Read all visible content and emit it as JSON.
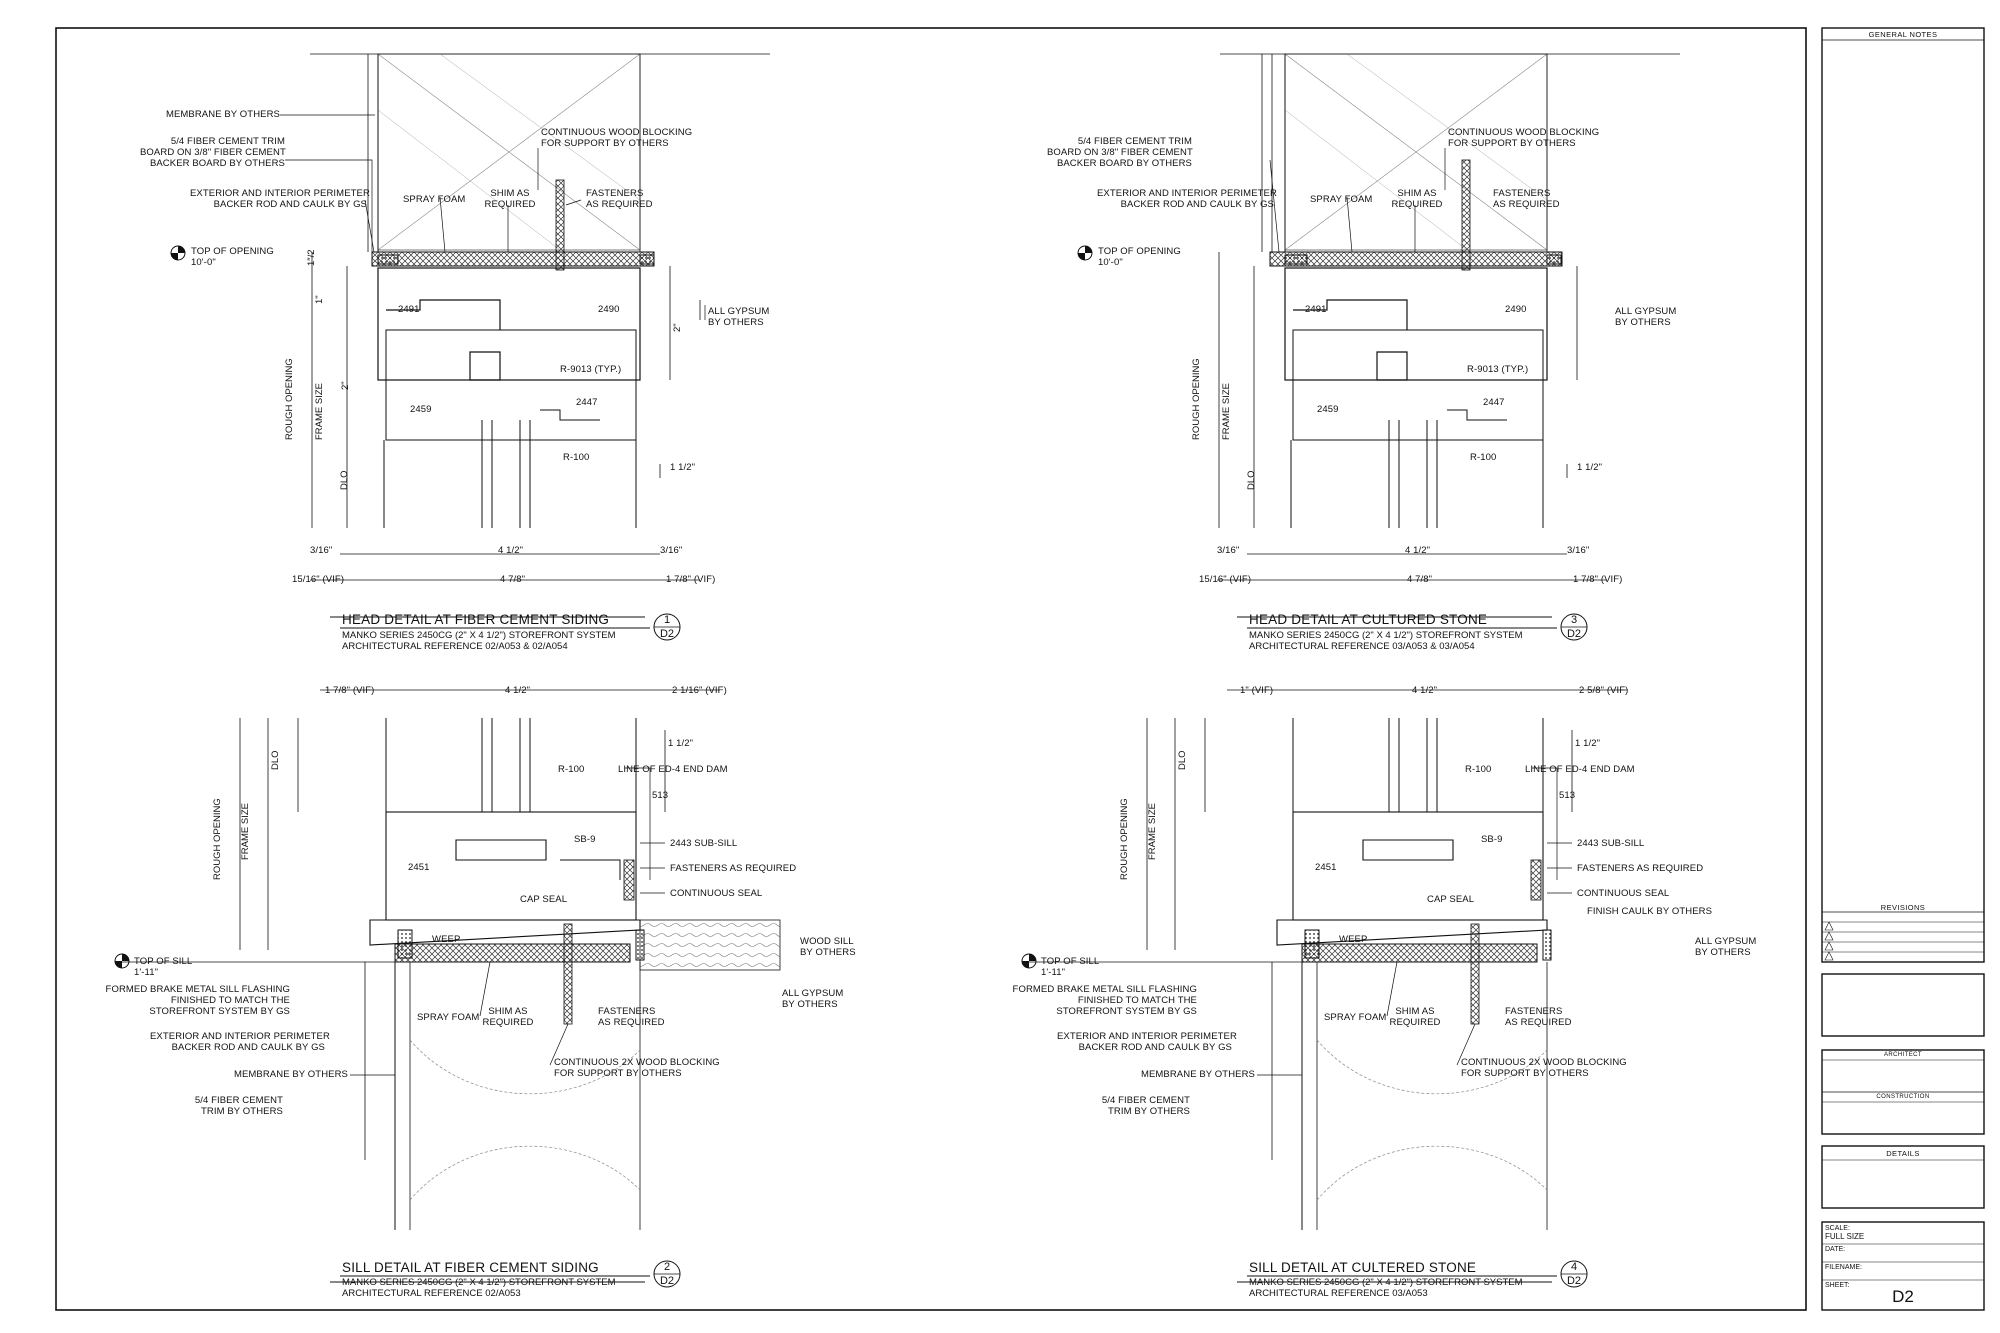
{
  "details": {
    "d1": {
      "title": "HEAD DETAIL AT FIBER CEMENT SIDING",
      "system": "MANKO SERIES 2450CG (2\" X 4 1/2\") STOREFRONT SYSTEM",
      "reference": "ARCHITECTURAL REFERENCE 02/A053 & 02/A054",
      "number": "1",
      "sheet": "D2",
      "labels": {
        "membrane": "MEMBRANE BY OTHERS",
        "trim": "5/4 FIBER CEMENT TRIM\nBOARD ON 3/8\" FIBER CEMENT\nBACKER BOARD BY OTHERS",
        "perimeter": "EXTERIOR AND INTERIOR PERIMETER\nBACKER ROD AND CAULK BY GS",
        "spray_foam": "SPRAY FOAM",
        "shim": "SHIM AS\nREQUIRED",
        "blocking": "CONTINUOUS WOOD BLOCKING\nFOR SUPPORT BY OTHERS",
        "fasteners": "FASTENERS\nAS REQUIRED",
        "top_opening": "TOP OF OPENING\n10'-0\"",
        "gypsum": "ALL GYPSUM\nBY OTHERS",
        "p2491": "2491",
        "p2490": "2490",
        "r9013": "R-9013 (TYP.)",
        "p2459": "2459",
        "p2447": "2447",
        "r100": "R-100",
        "rough_opening": "ROUGH OPENING",
        "frame_size": "FRAME SIZE",
        "dlo": "DLO",
        "d_half": "1″/2",
        "d_one": "1\"",
        "d_two": "2\"",
        "d_two_r": "2\"",
        "d_3_16a": "3/16\"",
        "d_4_1_2": "4 1/2\"",
        "d_3_16b": "3/16\"",
        "d_15_16": "15/16\" (VIF)",
        "d_4_7_8": "4 7/8\"",
        "d_1_7_8": "1 7/8\" (VIF)",
        "d_1_1_2": "1 1/2\""
      }
    },
    "d3": {
      "title": "HEAD DETAIL AT CULTURED STONE",
      "system": "MANKO SERIES 2450CG (2\" X 4 1/2\") STOREFRONT SYSTEM",
      "reference": "ARCHITECTURAL REFERENCE 03/A053 & 03/A054",
      "number": "3",
      "sheet": "D2",
      "labels": {
        "trim": "5/4 FIBER CEMENT TRIM\nBOARD ON 3/8\" FIBER CEMENT\nBACKER BOARD BY OTHERS",
        "perimeter": "EXTERIOR AND INTERIOR PERIMETER\nBACKER ROD AND CAULK BY GS",
        "spray_foam": "SPRAY FOAM",
        "shim": "SHIM AS\nREQUIRED",
        "blocking": "CONTINUOUS WOOD BLOCKING\nFOR SUPPORT BY OTHERS",
        "fasteners": "FASTENERS\nAS REQUIRED",
        "top_opening": "TOP OF OPENING\n10'-0\"",
        "gypsum": "ALL GYPSUM\nBY OTHERS",
        "p2491": "2491",
        "p2490": "2490",
        "r9013": "R-9013 (TYP.)",
        "p2459": "2459",
        "p2447": "2447",
        "r100": "R-100",
        "rough_opening": "ROUGH OPENING",
        "frame_size": "FRAME SIZE",
        "dlo": "DLO",
        "d_3_16a": "3/16\"",
        "d_4_1_2": "4 1/2\"",
        "d_3_16b": "3/16\"",
        "d_15_16": "15/16\" (VIF)",
        "d_4_7_8": "4 7/8\"",
        "d_1_7_8": "1 7/8\" (VIF)",
        "d_1_1_2": "1 1/2\""
      }
    },
    "d2": {
      "title": "SILL DETAIL AT FIBER CEMENT SIDING",
      "system": "MANKO SERIES 2450CG (2\" X 4 1/2\") STOREFRONT SYSTEM",
      "reference": "ARCHITECTURAL REFERENCE 02/A053",
      "number": "2",
      "sheet": "D2",
      "labels": {
        "d_top_left": "1 7/8\" (VIF)",
        "d_top_mid": "4 1/2\"",
        "d_top_right": "2 1/16\" (VIF)",
        "d_1_1_2": "1 1/2\"",
        "r100": "R-100",
        "end_dam": "LINE OF ED-4 END DAM",
        "p513": "513",
        "sb9": "SB-9",
        "subsill": "2443 SUB-SILL",
        "fasteners_req": "FASTENERS AS REQUIRED",
        "cont_seal": "CONTINUOUS SEAL",
        "p2451": "2451",
        "cap_seal": "CAP SEAL",
        "weep": "WEEP",
        "wood_sill": "WOOD SILL\nBY OTHERS",
        "top_sill": "TOP OF SILL\n1'-11\"",
        "flashing": "FORMED BRAKE METAL SILL FLASHING\nFINISHED TO MATCH THE\nSTOREFRONT SYSTEM BY GS",
        "gypsum": "ALL GYPSUM\nBY OTHERS",
        "spray_foam": "SPRAY FOAM",
        "shim": "SHIM AS\nREQUIRED",
        "fasteners": "FASTENERS\nAS REQUIRED",
        "perimeter": "EXTERIOR AND INTERIOR PERIMETER\nBACKER ROD AND CAULK BY GS",
        "blocking": "CONTINUOUS 2X WOOD BLOCKING\nFOR SUPPORT BY OTHERS",
        "membrane": "MEMBRANE BY OTHERS",
        "trim": "5/4 FIBER CEMENT\nTRIM BY OTHERS",
        "rough_opening": "ROUGH OPENING",
        "frame_size": "FRAME SIZE",
        "dlo": "DLO"
      }
    },
    "d4": {
      "title": "SILL DETAIL AT CULTERED STONE",
      "system": "MANKO SERIES 2450CG (2\" X 4 1/2\") STOREFRONT SYSTEM",
      "reference": "ARCHITECTURAL REFERENCE 03/A053",
      "number": "4",
      "sheet": "D2",
      "labels": {
        "d_top_left": "1\" (VIF)",
        "d_top_mid": "4 1/2\"",
        "d_top_right": "2 5/8\" (VIF)",
        "d_1_1_2": "1 1/2\"",
        "r100": "R-100",
        "end_dam": "LINE OF ED-4 END DAM",
        "p513": "513",
        "sb9": "SB-9",
        "subsill": "2443 SUB-SILL",
        "fasteners_req": "FASTENERS AS REQUIRED",
        "cont_seal": "CONTINUOUS SEAL",
        "finish_caulk": "FINISH CAULK BY OTHERS",
        "p2451": "2451",
        "cap_seal": "CAP SEAL",
        "weep": "WEEP",
        "gypsum": "ALL GYPSUM\nBY OTHERS",
        "top_sill": "TOP OF SILL\n1'-11\"",
        "flashing": "FORMED BRAKE METAL SILL FLASHING\nFINISHED TO MATCH THE\nSTOREFRONT SYSTEM BY GS",
        "spray_foam": "SPRAY FOAM",
        "shim": "SHIM AS\nREQUIRED",
        "fasteners": "FASTENERS\nAS REQUIRED",
        "perimeter": "EXTERIOR AND INTERIOR PERIMETER\nBACKER ROD AND CAULK BY GS",
        "blocking": "CONTINUOUS 2X WOOD BLOCKING\nFOR SUPPORT BY OTHERS",
        "membrane": "MEMBRANE BY OTHERS",
        "trim": "5/4 FIBER CEMENT\nTRIM BY OTHERS",
        "rough_opening": "ROUGH OPENING",
        "frame_size": "FRAME SIZE",
        "dlo": "DLO"
      }
    }
  },
  "title_block": {
    "general_notes": "GENERAL NOTES",
    "revisions": "REVISIONS",
    "architect": "ARCHITECT",
    "construction": "CONSTRUCTION",
    "details": "DETAILS",
    "scale_label": "SCALE:",
    "scale_value": "FULL SIZE",
    "date_label": "DATE:",
    "filename_label": "FILENAME:",
    "sheet_label": "SHEET:",
    "sheet_value": "D2"
  },
  "colors": {
    "line": "#111111",
    "hatch": "#555555"
  }
}
